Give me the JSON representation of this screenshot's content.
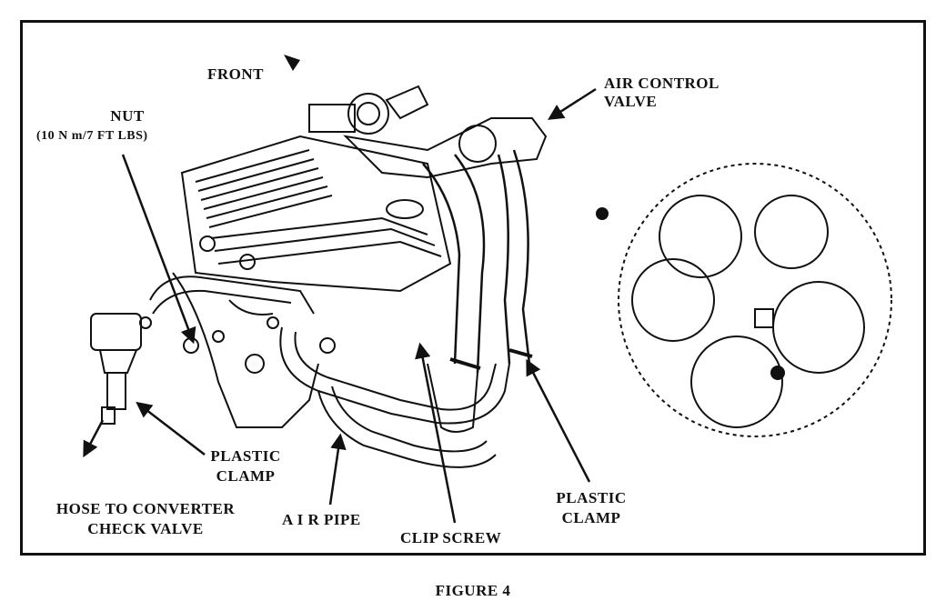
{
  "labels": {
    "front": "FRONT",
    "nut_title": "NUT",
    "nut_torque": "(10 N m/7 FT LBS)",
    "air_control_valve_1": "AIR CONTROL",
    "air_control_valve_2": "VALVE",
    "plastic_clamp_left_1": "PLASTIC",
    "plastic_clamp_left_2": "CLAMP",
    "hose_1": "HOSE TO CONVERTER",
    "hose_2": "CHECK VALVE",
    "air_pipe": "A I R PIPE",
    "clip_screw": "CLIP SCREW",
    "plastic_clamp_right_1": "PLASTIC",
    "plastic_clamp_right_2": "CLAMP"
  },
  "caption": "FIGURE 4"
}
